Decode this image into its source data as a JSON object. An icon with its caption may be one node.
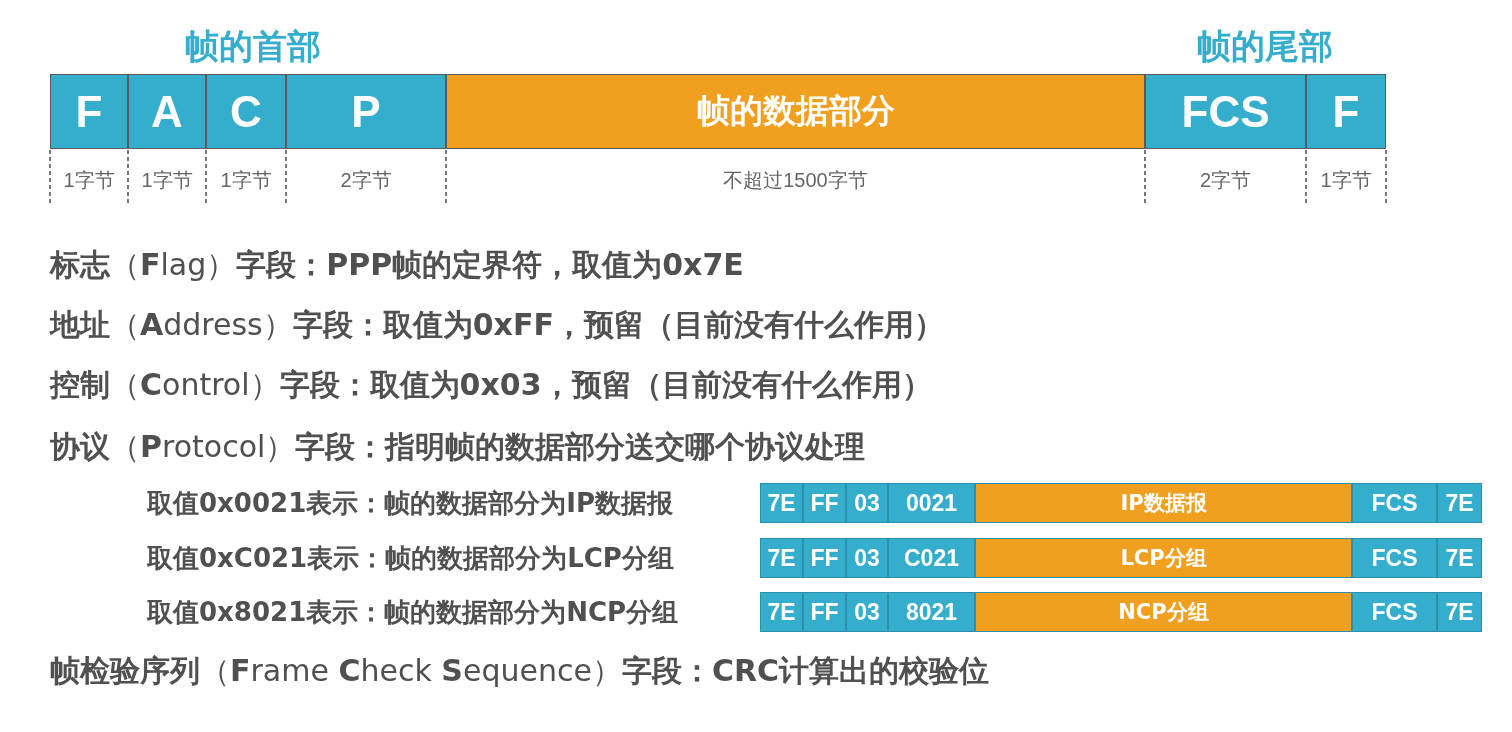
{
  "diagram": {
    "nodes": [
      {
        "text": [
          "F"
        ],
        "beside": [
          "1字节"
        ]
      },
      {
        "text": [
          "A"
        ],
        "beside": [
          "1字节"
        ]
      },
      {
        "text": [
          "C"
        ],
        "beside": [
          "1字节"
        ]
      },
      {
        "text": [
          "P"
        ],
        "beside": [
          "2字节"
        ]
      },
      {
        "text": [
          "帧的数据部分"
        ],
        "beside": [
          "不超过1500字节"
        ]
      },
      {
        "text": [
          "FCS"
        ],
        "beside": [
          "2字节"
        ]
      },
      {
        "text": [
          "F"
        ],
        "beside": [
          "1字节"
        ]
      },
      {
        "text": [
          "7E"
        ]
      },
      {
        "text": [
          "FF"
        ]
      },
      {
        "text": [
          "03"
        ]
      },
      {
        "text": [
          "0021"
        ]
      },
      {
        "text": [
          "IP数据报"
        ]
      },
      {
        "text": [
          "FCS"
        ]
      },
      {
        "text": [
          "7E"
        ]
      },
      {
        "text": [
          "7E"
        ]
      },
      {
        "text": [
          "FF"
        ]
      },
      {
        "text": [
          "03"
        ]
      },
      {
        "text": [
          "C021"
        ]
      },
      {
        "text": [
          "LCP分组"
        ]
      },
      {
        "text": [
          "FCS"
        ]
      },
      {
        "text": [
          "7E"
        ]
      },
      {
        "text": [
          "7E"
        ]
      },
      {
        "text": [
          "FF"
        ]
      },
      {
        "text": [
          "03"
        ]
      },
      {
        "text": [
          "8021"
        ]
      },
      {
        "text": [
          "NCP分组"
        ]
      },
      {
        "text": [
          "FCS"
        ]
      },
      {
        "text": [
          "7E"
        ]
      }
    ],
    "labels": [
      "帧的首部",
      "帧的尾部",
      "**标志**（**F**lag）**字段：PPP帧的定界符，取值为0x7E**",
      "**地址**（**A**ddress）**字段：取值为0xFF，预留（目前没有什么作用）**",
      "**控制**（**C**ontrol）**字段：取值为0x03，预留（目前没有什么作用）**",
      "**协议**（**P**rotocol）**字段：指明帧的数据部分送交哪个协议处理**",
      "取值0x0021表示：帧的数据部分为IP数据报",
      "取值0xC021表示：帧的数据部分为LCP分组",
      "取值0x8021表示：帧的数据部分为NCP分组",
      "**帧检验序列**（**F**rame **C**heck **S**equence）**字段：CRC计算出的校验位**"
    ]
  }
}
